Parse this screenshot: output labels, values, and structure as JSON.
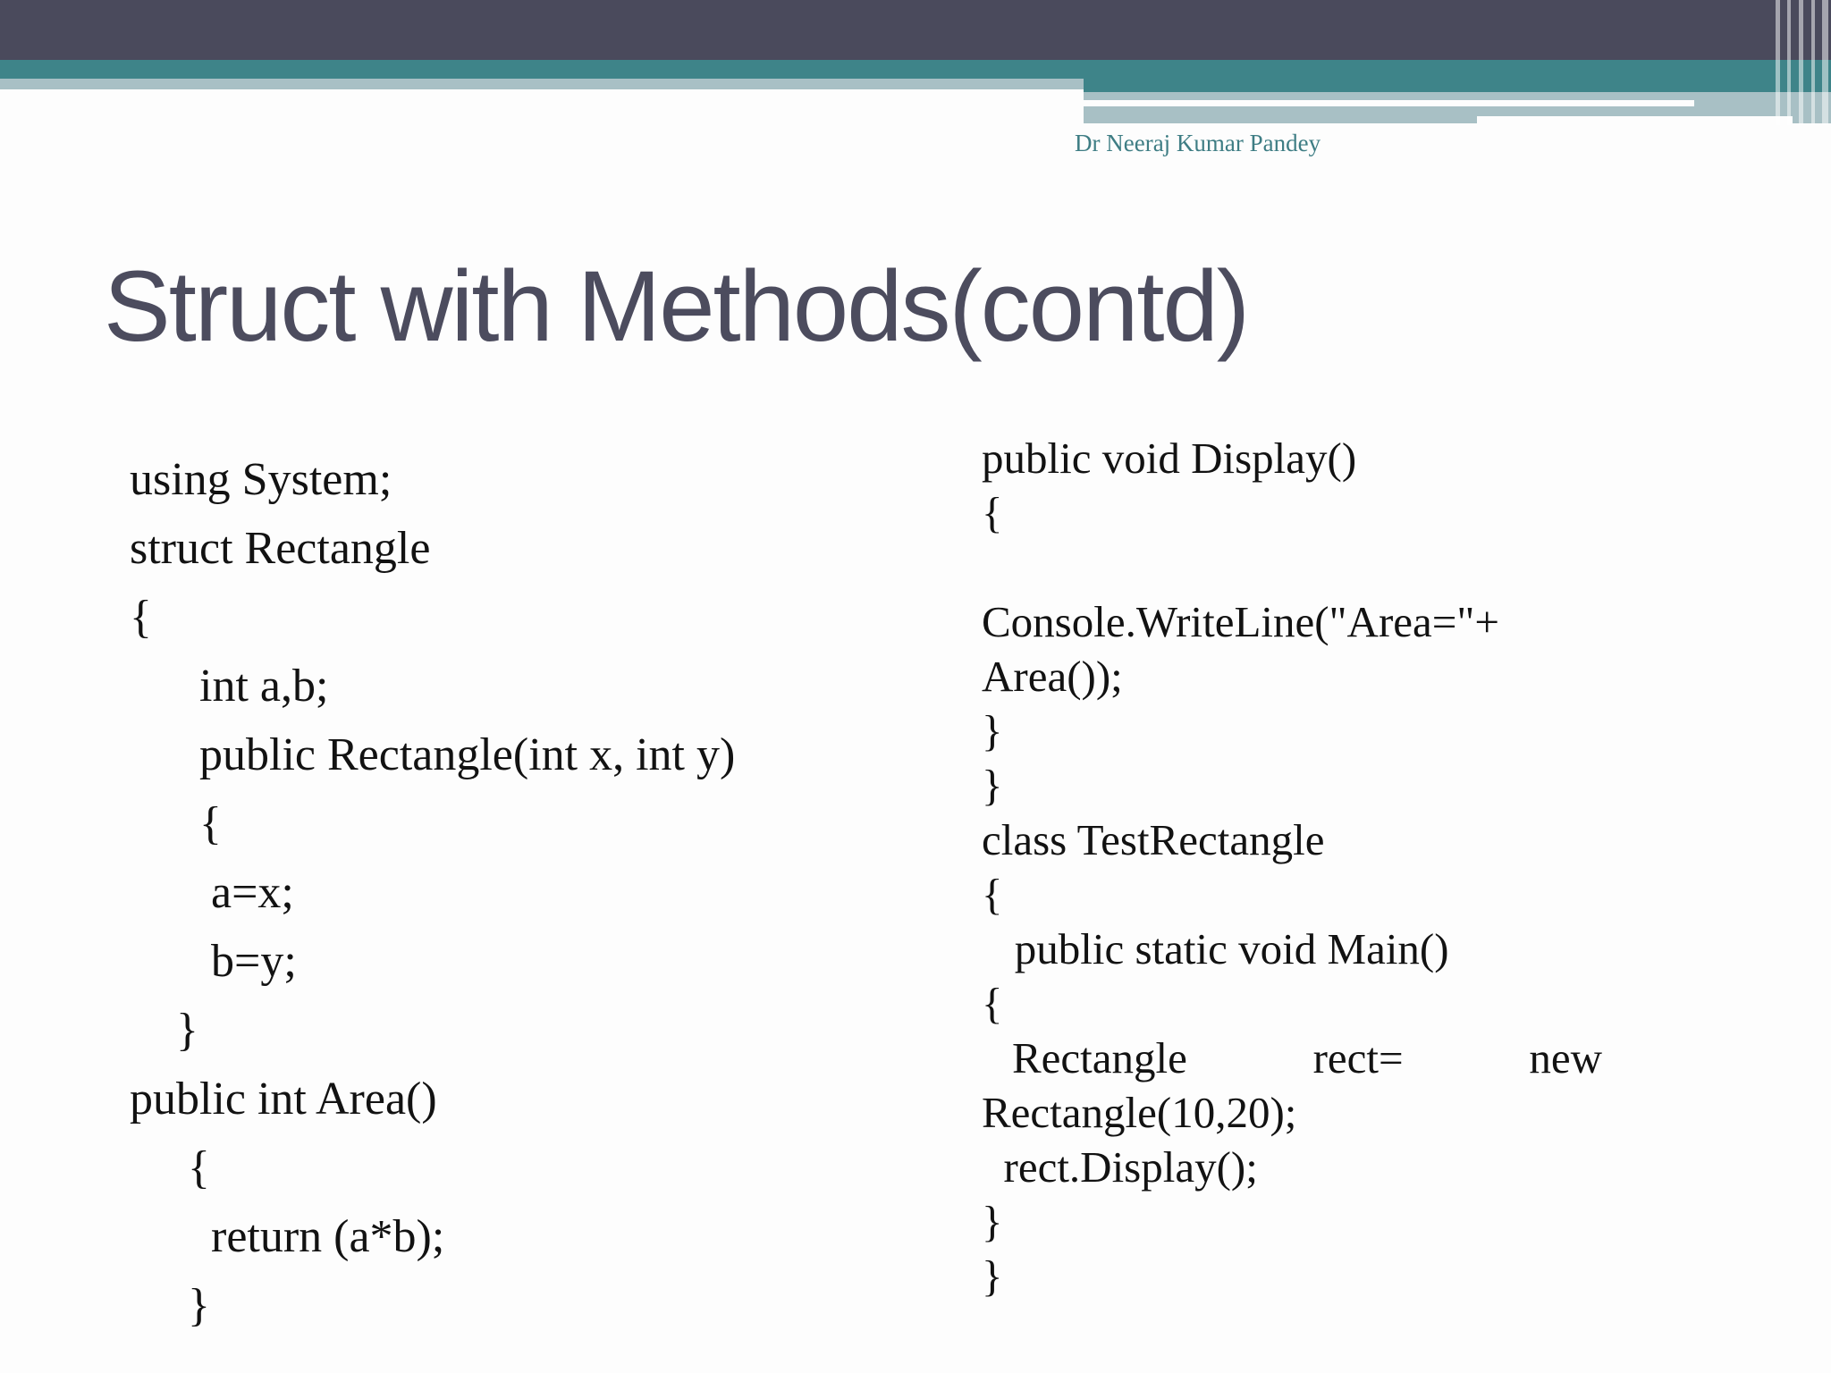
{
  "slide": {
    "footer": "Dr Neeraj Kumar Pandey",
    "title": "Struct with Methods(contd)"
  },
  "code_left": {
    "lines": [
      "using System;",
      "struct Rectangle",
      "{",
      "      int a,b;",
      "      public Rectangle(int x, int y)",
      "      {",
      "       a=x;",
      "       b=y;",
      "    }",
      "public int Area()",
      "     {",
      "       return (a*b);",
      "     }"
    ]
  },
  "code_right": {
    "lines": [
      "public void Display()",
      "{",
      "",
      "Console.WriteLine(\"Area=\"+",
      "Area());",
      "}",
      "}",
      "class TestRectangle",
      "{",
      "   public static void Main()",
      "{",
      "Rectangle rect= new",
      "Rectangle(10,20);",
      "  rect.Display();",
      "}",
      "}"
    ]
  },
  "colors": {
    "header_dark": "#4a4a5c",
    "header_teal": "#3e8489",
    "header_steel": "#a8c0c5",
    "title_text": "#4c4c5e",
    "footer_text": "#3e7d84",
    "code_text": "#121212",
    "background": "#fdfdfd"
  }
}
